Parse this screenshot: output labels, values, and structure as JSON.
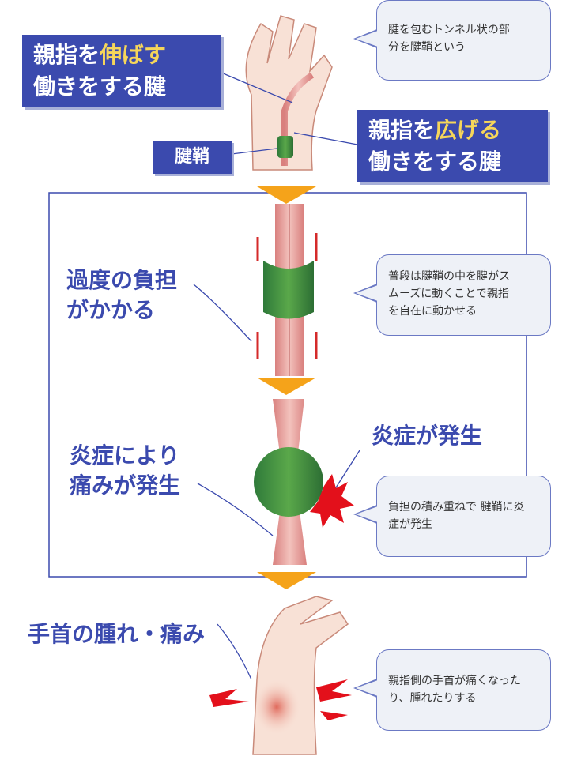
{
  "labels": {
    "extend_a": "親指を",
    "extend_b": "伸ばす",
    "extend_c": "働きをする腱",
    "sheath": "腱鞘",
    "abduct_a": "親指を",
    "abduct_b": "広げる",
    "abduct_c": "働きをする腱",
    "overload_1": "過度の負担",
    "overload_2": "がかかる",
    "inflam": "炎症が発生",
    "pain_1": "炎症により",
    "pain_2": "痛みが発生",
    "swelling": "手首の腫れ・痛み"
  },
  "callouts": [
    {
      "line1": "腱を包むトンネル状の部",
      "line2": "分を腱鞘という"
    },
    {
      "line1": "普段は腱鞘の中を腱がス",
      "line2": "ムーズに動くことで親指",
      "line3": "を自在に動かせる"
    },
    {
      "line1": "負担の積み重ねで 腱鞘に炎",
      "line2": "症が発生"
    },
    {
      "line1": "親指側の手首が痛くなった",
      "line2": "り、腫れたりする"
    }
  ],
  "colors": {
    "label_bg": "#3b4aae",
    "highlight": "#f6d65a",
    "arrow": "#f5a31a",
    "frame": "#3b4aae"
  }
}
